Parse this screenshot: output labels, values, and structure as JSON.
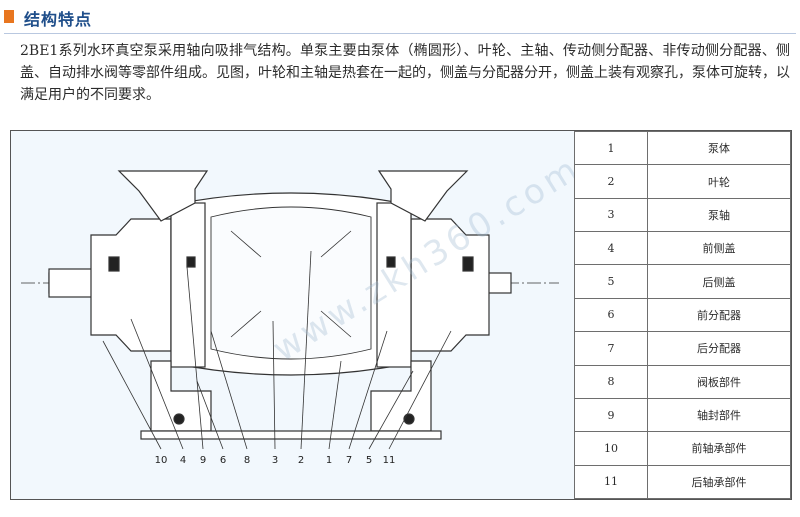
{
  "header": {
    "title": "结构特点",
    "accent_color": "#e8761f",
    "title_color": "#1f4e8a"
  },
  "intro": {
    "text": "2BE1系列水环真空泵采用轴向吸排气结构。单泵主要由泵体（椭圆形）、叶轮、主轴、传动侧分配器、非传动侧分配器、侧盖、自动排水阀等零部件组成。见图，叶轮和主轴是热套在一起的，侧盖与分配器分开，侧盖上装有观察孔，泵体可旋转，以满足用户的不同要求。"
  },
  "figure": {
    "background_color": "#f2f8fd",
    "callout_labels": [
      "10",
      "4",
      "9",
      "6",
      "8",
      "3",
      "2",
      "1",
      "7",
      "5",
      "11"
    ],
    "watermark": "www.zkh360.com"
  },
  "parts_table": [
    {
      "no": "1",
      "name": "泵体"
    },
    {
      "no": "2",
      "name": "叶轮"
    },
    {
      "no": "3",
      "name": "泵轴"
    },
    {
      "no": "4",
      "name": "前侧盖"
    },
    {
      "no": "5",
      "name": "后侧盖"
    },
    {
      "no": "6",
      "name": "前分配器"
    },
    {
      "no": "7",
      "name": "后分配器"
    },
    {
      "no": "8",
      "name": "阀板部件"
    },
    {
      "no": "9",
      "name": "轴封部件"
    },
    {
      "no": "10",
      "name": "前轴承部件"
    },
    {
      "no": "11",
      "name": "后轴承部件"
    }
  ]
}
